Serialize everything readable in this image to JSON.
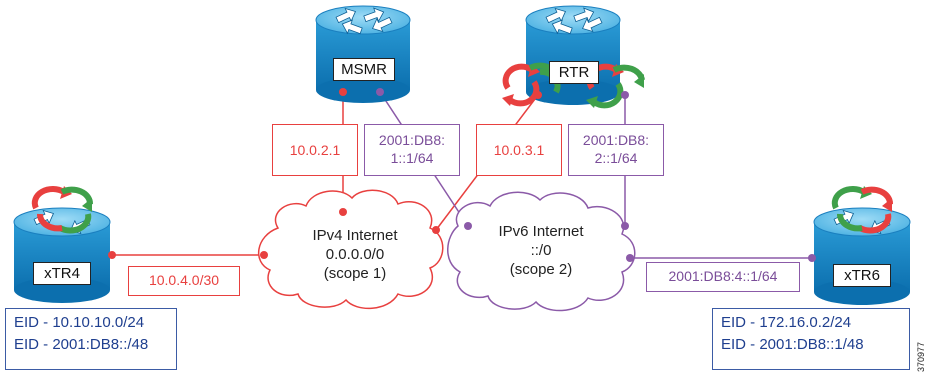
{
  "routers": {
    "msmr": "MSMR",
    "rtr": "RTR",
    "xtr4": "xTR4",
    "xtr6": "xTR6"
  },
  "addresses": {
    "msmr_ipv4": "10.0.2.1",
    "msmr_ipv6_line1": "2001:DB8:",
    "msmr_ipv6_line2": "1::1/64",
    "rtr_ipv4": "10.0.3.1",
    "rtr_ipv6_line1": "2001:DB8:",
    "rtr_ipv6_line2": "2::1/64",
    "xtr4_ipv4": "10.0.4.0/30",
    "xtr6_ipv6": "2001:DB8:4::1/64"
  },
  "clouds": {
    "ipv4": {
      "line1": "IPv4 Internet",
      "line2": "0.0.0.0/0",
      "line3": "(scope 1)"
    },
    "ipv6": {
      "line1": "IPv6 Internet",
      "line2": "::/0",
      "line3": "(scope 2)"
    }
  },
  "eids": {
    "xtr4": [
      "EID - 10.10.10.0/24",
      "EID - 2001:DB8::/48"
    ],
    "xtr6": [
      "EID - 172.16.0.2/24",
      "EID - 2001:DB8::1/48"
    ]
  },
  "figure_id": "370977",
  "colors": {
    "ipv4": "#e8403f",
    "ipv6": "#8b5aa8",
    "router_body": "#1a8fce",
    "router_top": "#58bde9",
    "eid_border": "#3b5ba5"
  }
}
